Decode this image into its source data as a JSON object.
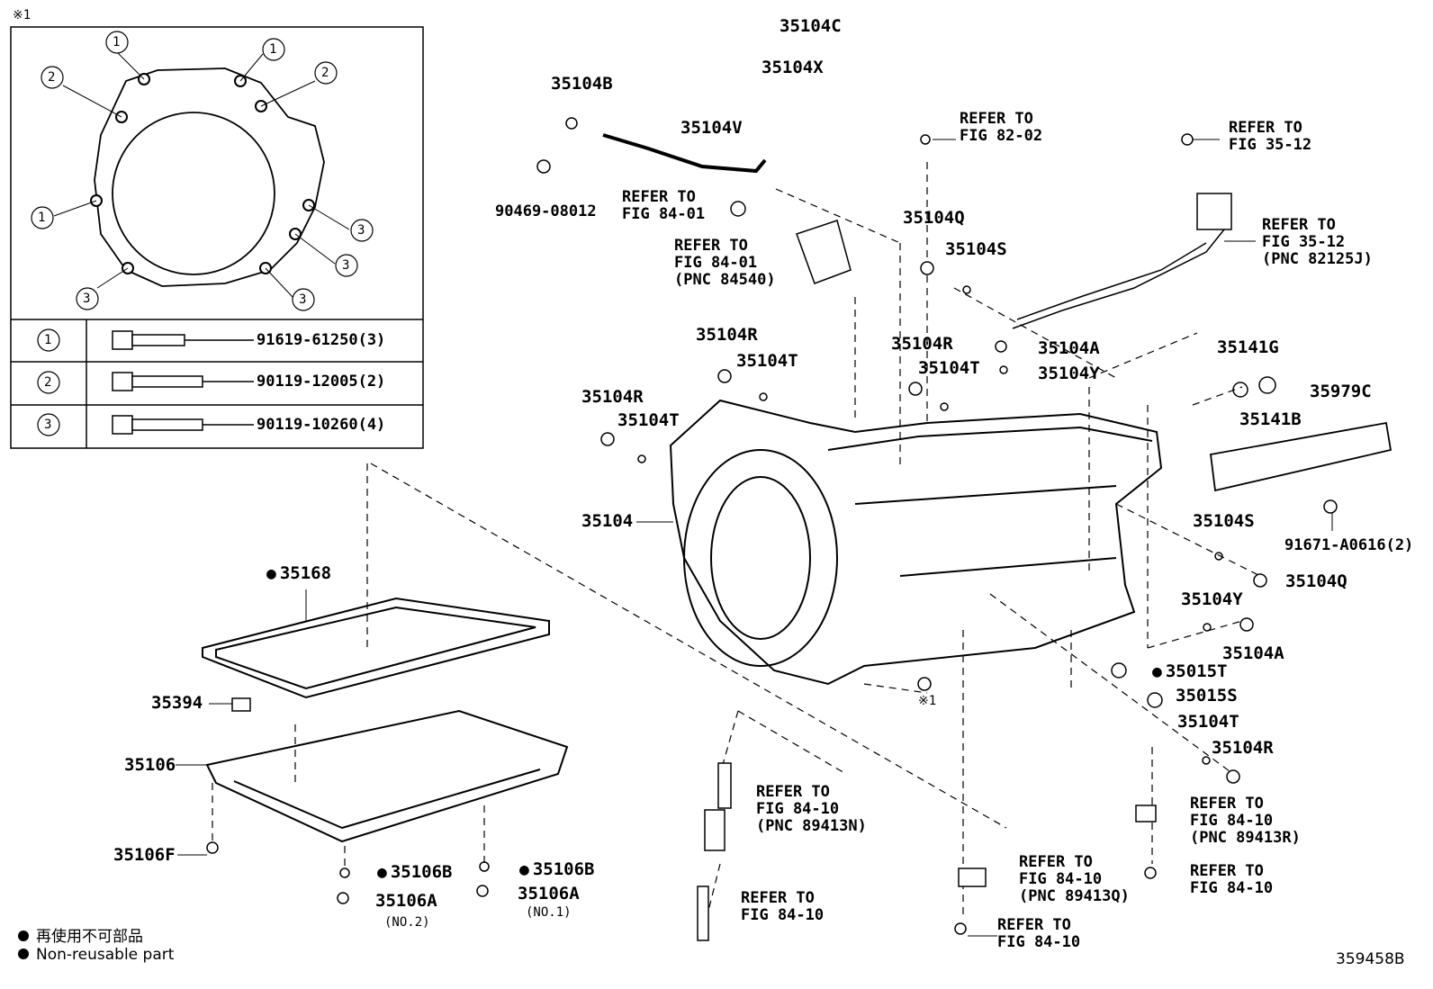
{
  "inset": {
    "mark": "※1",
    "callouts": [
      "1",
      "2",
      "3"
    ],
    "bolts": [
      {
        "key": "1",
        "part": "91619-61250(3)"
      },
      {
        "key": "2",
        "part": "90119-12005(2)"
      },
      {
        "key": "3",
        "part": "90119-10260(4)"
      }
    ]
  },
  "parts": {
    "p35104C": "35104C",
    "p35104X": "35104X",
    "p35104B": "35104B",
    "p35104V": "35104V",
    "p90469": "90469-08012",
    "p35104Q_top": "35104Q",
    "p35104S_top": "35104S",
    "p35104R_1": "35104R",
    "p35104T_1": "35104T",
    "p35104R_2": "35104R",
    "p35104T_2": "35104T",
    "p35104R_3": "35104R",
    "p35104T_3": "35104T",
    "p35104A_1": "35104A",
    "p35104Y_1": "35104Y",
    "p35104": "35104",
    "p35141G": "35141G",
    "p35141B": "35141B",
    "p35979C": "35979C",
    "p91671": "91671-A0616(2)",
    "p35104S_2": "35104S",
    "p35104Q_2": "35104Q",
    "p35104Y_2": "35104Y",
    "p35104A_2": "35104A",
    "p35015T": "35015T",
    "p35015S": "35015S",
    "p35104T_4": "35104T",
    "p35104R_4": "35104R",
    "p35168": "35168",
    "p35394": "35394",
    "p35106": "35106",
    "p35106F": "35106F",
    "p35106B_1": "35106B",
    "p35106B_2": "35106B",
    "p35106A_1": "35106A",
    "p35106A_2": "35106A",
    "no2": "(NO.2)",
    "no1": "(NO.1)",
    "mark1": "※1"
  },
  "refs": {
    "r8202": "REFER TO\nFIG 82-02",
    "r3512a": "REFER TO\nFIG 35-12",
    "r3512b": "REFER TO\nFIG 35-12\n(PNC 82125J)",
    "r8401a": "REFER TO\nFIG 84-01",
    "r8401b": "REFER TO\nFIG 84-01\n(PNC 84540)",
    "r8410n": "REFER TO\nFIG 84-10\n(PNC 89413N)",
    "r8410r": "REFER TO\nFIG 84-10\n(PNC 89413R)",
    "r8410q": "REFER TO\nFIG 84-10\n(PNC 89413Q)",
    "r8410a": "REFER TO\nFIG 84-10",
    "r8410b": "REFER TO\nFIG 84-10",
    "r8410c": "REFER TO\nFIG 84-10"
  },
  "legend": {
    "jp": "再使用不可部品",
    "en": "Non-reusable part"
  },
  "diagram_id": "359458B"
}
